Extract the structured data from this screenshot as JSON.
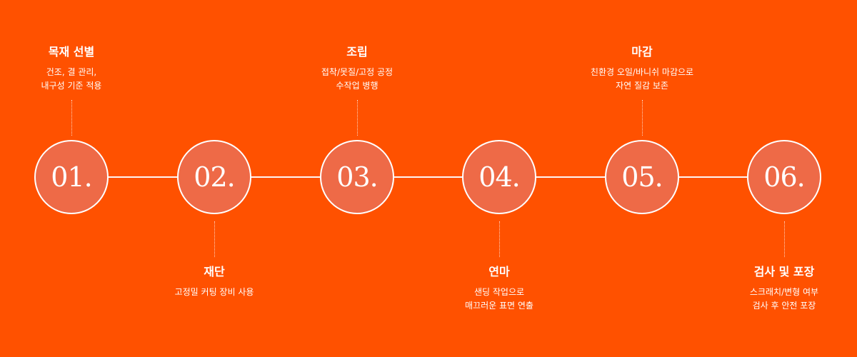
{
  "colors": {
    "background": "#FF5100",
    "circle_fill": "#EE6A47",
    "text": "#FFFFFF",
    "line": "#FFFFFF"
  },
  "steps": [
    {
      "number": "01.",
      "title": "목재 선별",
      "desc": [
        "건조, 결 관리,",
        "내구성 기준 적용"
      ]
    },
    {
      "number": "02.",
      "title": "재단",
      "desc": [
        "고정밀 커팅 장비 사용"
      ]
    },
    {
      "number": "03.",
      "title": "조립",
      "desc": [
        "접착/못질/고정 공정",
        "수작업 병행"
      ]
    },
    {
      "number": "04.",
      "title": "연마",
      "desc": [
        "샌딩 작업으로",
        "매끄러운 표면 연출"
      ]
    },
    {
      "number": "05.",
      "title": "마감",
      "desc": [
        "친환경 오일/바니쉬 마감으로",
        "자연 질감 보존"
      ]
    },
    {
      "number": "06.",
      "title": "검사 및 포장",
      "desc": [
        "스크래치/변형 여부",
        "검사 후 안전 포장"
      ]
    }
  ]
}
